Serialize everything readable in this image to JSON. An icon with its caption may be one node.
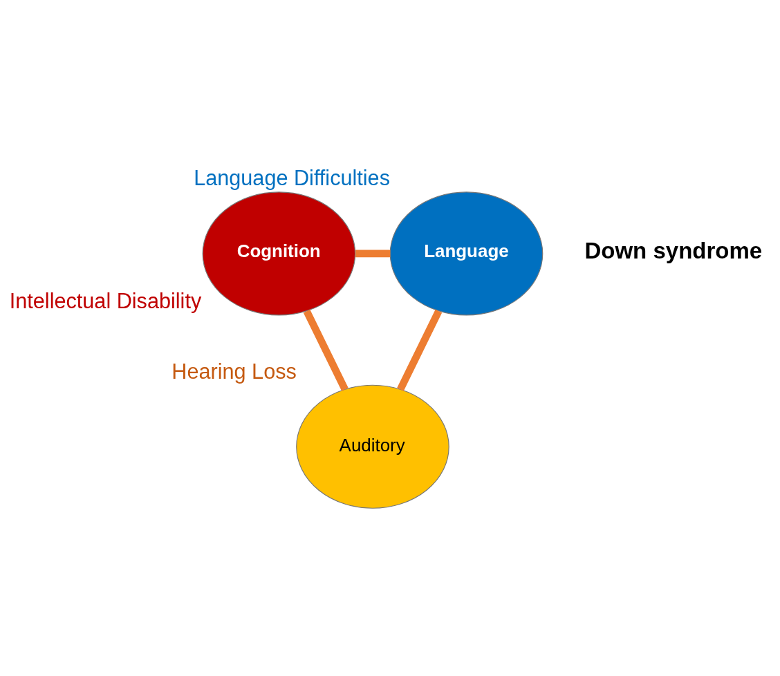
{
  "diagram": {
    "nodes": [
      {
        "text": [
          "Auditory"
        ],
        "beside": [
          "Hearing Loss"
        ]
      },
      {
        "text": [
          "Language"
        ],
        "beside": [
          "Language Difficulties"
        ]
      },
      {
        "text": [
          "Cognition"
        ],
        "beside": [
          "Intellectual Disability"
        ]
      }
    ],
    "edges": [
      {
        "from": 0,
        "to": 2,
        "arrow": "none"
      },
      {
        "from": 2,
        "to": 1,
        "arrow": "none"
      },
      {
        "from": 1,
        "to": 0,
        "arrow": "none"
      }
    ],
    "labels": [
      "Down syndrome"
    ]
  }
}
